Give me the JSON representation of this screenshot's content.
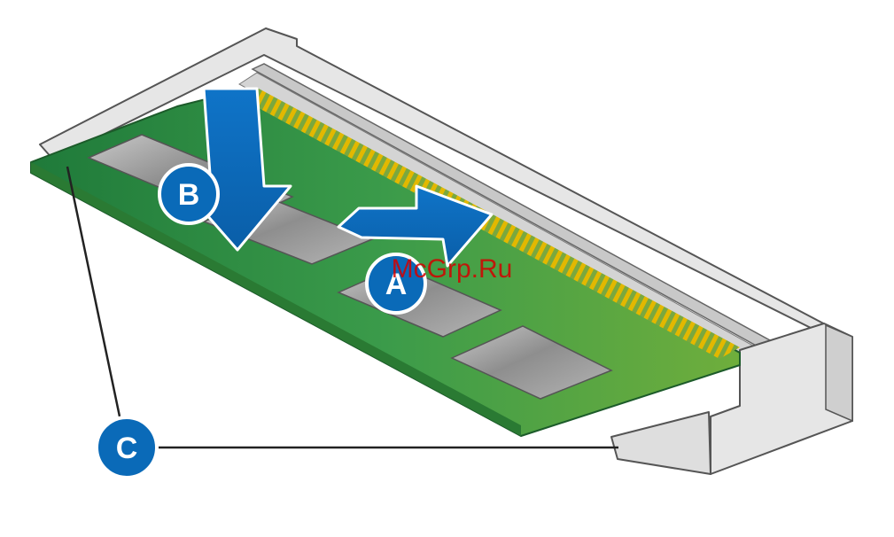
{
  "callouts": {
    "a": "A",
    "b": "B",
    "c": "C"
  },
  "watermark": "McGrp.Ru",
  "colors": {
    "callout_blue": "#0a6ab8",
    "arrow_blue": "#0b6cc0",
    "pcb_green": "#3e9a45",
    "gold_contacts": "#d9b400",
    "socket_gray": "#dcdcdc",
    "socket_outline": "#555555",
    "chip_gray": "#9a9a9a"
  }
}
